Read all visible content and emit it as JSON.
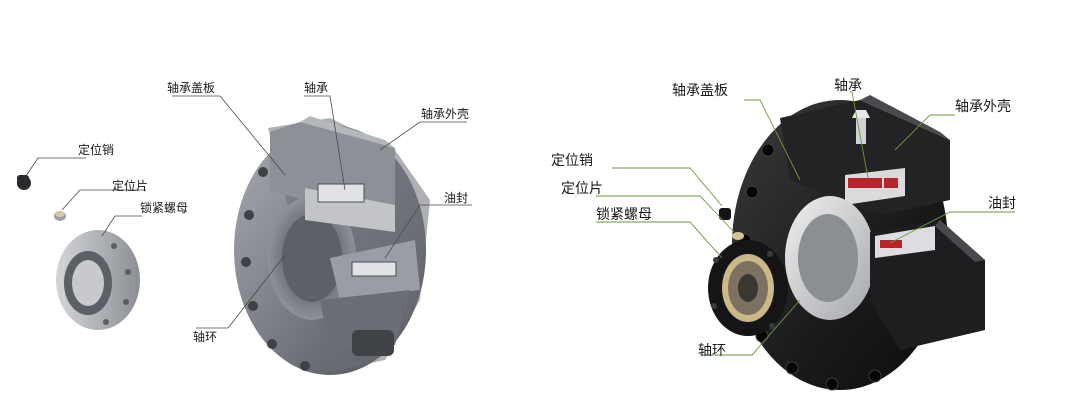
{
  "left": {
    "labels": {
      "bearing_cover": "轴承盖板",
      "bearing": "轴承",
      "bearing_housing": "轴承外壳",
      "locating_pin": "定位销",
      "locating_plate": "定位片",
      "lock_nut": "锁紧螺母",
      "oil_seal": "油封",
      "shaft_ring": "轴环"
    }
  },
  "right": {
    "labels": {
      "bearing_cover": "轴承盖板",
      "bearing": "轴承",
      "bearing_housing": "轴承外壳",
      "locating_pin": "定位销",
      "locating_plate": "定位片",
      "lock_nut": "锁紧螺母",
      "oil_seal": "油封",
      "shaft_ring": "轴环"
    }
  },
  "colors": {
    "left_body": "#7f8288",
    "left_dark": "#55585e",
    "right_body": "#1c1c1e",
    "accent_green": "#6a9a3a",
    "seal_red": "#b8242b"
  }
}
